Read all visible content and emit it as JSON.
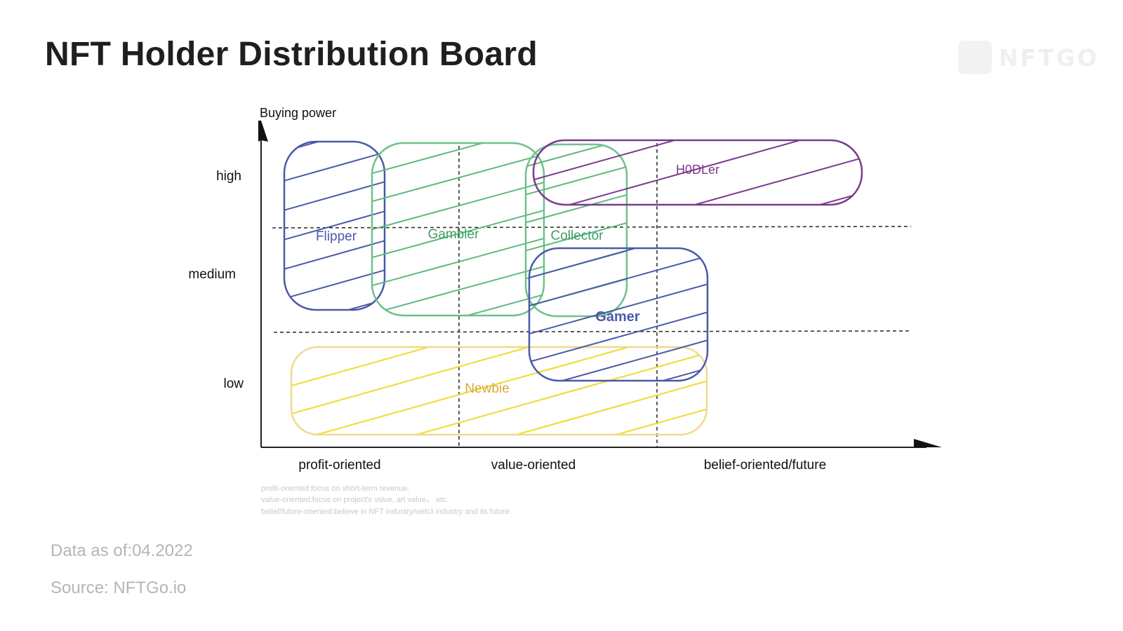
{
  "title": "NFT Holder Distribution Board",
  "logo_text": "NFTGO",
  "y_axis": {
    "label": "Buying power",
    "levels": [
      "high",
      "medium",
      "low"
    ]
  },
  "x_axis": {
    "categories": [
      "profit-oriented",
      "value-oriented",
      "belief-oriented/future"
    ]
  },
  "notes": [
    "profit-oriented:focus on short-term revenue.",
    "value-oriented:focus on project's vslue, art value， etc.",
    "belief/future-oriented:believe in NFT industry/web3 industry and its future."
  ],
  "groups": [
    {
      "id": "flipper",
      "label": "Flipper",
      "color": "#4a5aa8"
    },
    {
      "id": "gambler",
      "label": "Gambler",
      "color": "#5cb87a"
    },
    {
      "id": "collector",
      "label": "Collector",
      "color": "#5cb87a"
    },
    {
      "id": "hodler",
      "label": "H0DLer",
      "color": "#7b3a8e"
    },
    {
      "id": "gamer",
      "label": "Gamer",
      "color": "#4a5aa8"
    },
    {
      "id": "newbie",
      "label": "Newbie",
      "color": "#e8c53a"
    }
  ],
  "footer": {
    "data_as_of": "Data as of:04.2022",
    "source": "Source: NFTGo.io"
  }
}
